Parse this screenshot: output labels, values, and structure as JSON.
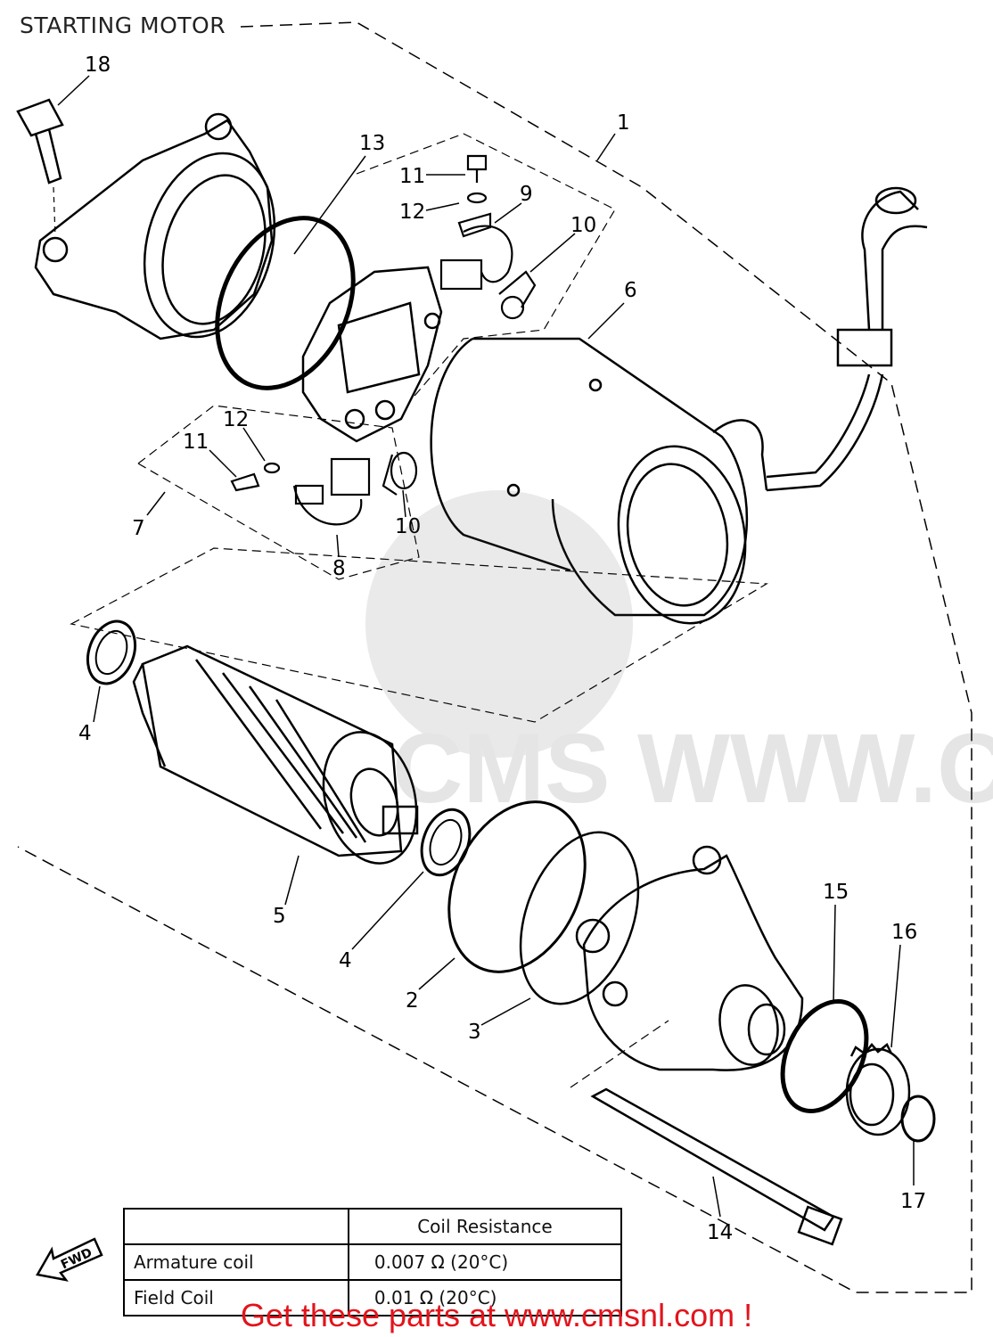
{
  "diagram": {
    "title": "STARTING MOTOR",
    "parts": [
      {
        "ref": "1"
      },
      {
        "ref": "2"
      },
      {
        "ref": "3"
      },
      {
        "ref": "4"
      },
      {
        "ref": "5"
      },
      {
        "ref": "6"
      },
      {
        "ref": "7"
      },
      {
        "ref": "8"
      },
      {
        "ref": "9"
      },
      {
        "ref": "10"
      },
      {
        "ref": "11"
      },
      {
        "ref": "12"
      },
      {
        "ref": "13"
      },
      {
        "ref": "14"
      },
      {
        "ref": "15"
      },
      {
        "ref": "16"
      },
      {
        "ref": "17"
      },
      {
        "ref": "18"
      }
    ],
    "fwd_label": "FWD",
    "watermark": "CMS WWW.CMSNL.COM"
  },
  "spec_table": {
    "header": "Coil Resistance",
    "rows": [
      {
        "label": "Armature coil",
        "value": "0.007  Ω  (20°C)"
      },
      {
        "label": "Field Coil",
        "value": "0.01  Ω  (20°C)"
      }
    ]
  },
  "banner": "Get these parts at www.cmsnl.com !"
}
